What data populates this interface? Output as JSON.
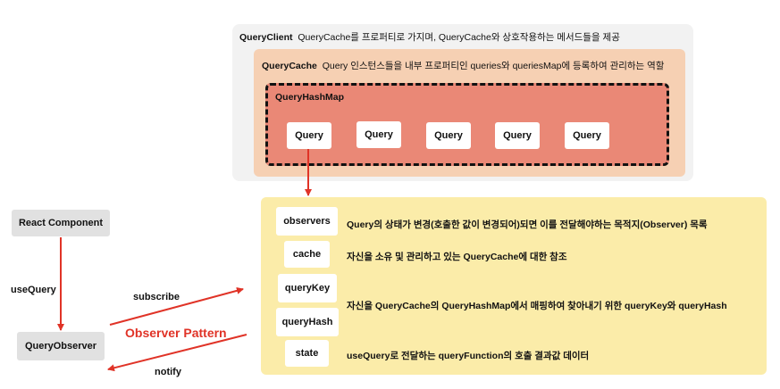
{
  "query_client": {
    "title": "QueryClient",
    "desc": "QueryCache를 프로퍼티로 가지며, QueryCache와 상호작용하는 메서드들을 제공"
  },
  "query_cache": {
    "title": "QueryCache",
    "desc": "Query 인스턴스들을 내부 프로퍼티인 queries와 queriesMap에 등록하여 관리하는 역할"
  },
  "query_hash_map": {
    "title": "QueryHashMap",
    "queries": [
      "Query",
      "Query",
      "Query",
      "Query",
      "Query"
    ]
  },
  "observer": {
    "fields": [
      {
        "name": "observers",
        "desc": "Query의 상태가 변경(호출한 값이 변경되어)되면 이를 전달해야하는 목적지(Observer) 목록"
      },
      {
        "name": "cache",
        "desc": "자신을 소유 및 관리하고 있는 QueryCache에 대한 참조"
      },
      {
        "name": "queryKey",
        "desc": "자신을 QueryCache의 QueryHashMap에서 매핑하여 찾아내기 위한 queryKey와 queryHash"
      },
      {
        "name": "queryHash",
        "desc": ""
      },
      {
        "name": "state",
        "desc": "useQuery로 전달하는 queryFunction의 호출 결과값 데이터"
      }
    ]
  },
  "left": {
    "react_component": "React Component",
    "use_query": "useQuery",
    "query_observer": "QueryObserver"
  },
  "arrows": {
    "subscribe": "subscribe",
    "notify": "notify",
    "pattern": "Observer Pattern"
  },
  "colors": {
    "client_bg": "#f2f2f2",
    "cache_bg": "#f6d0b3",
    "hashmap_bg": "#ea8876",
    "observer_bg": "#fbeca9",
    "arrow": "#e03327"
  }
}
